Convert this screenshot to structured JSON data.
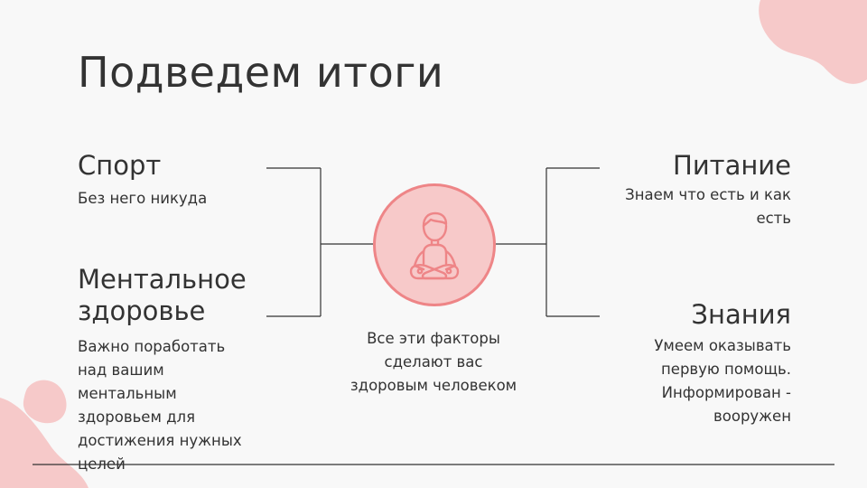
{
  "slide": {
    "title": "Подведем итоги",
    "center_icon": "meditation-person-icon",
    "center_text": "Все эти факторы сделают вас здоровым человеком",
    "items": {
      "sport": {
        "heading": "Спорт",
        "description": "Без него никуда"
      },
      "mental": {
        "heading": "Ментальное здоровье",
        "description": "Важно поработать над вашим ментальным здоровьем для достижения нужных целей"
      },
      "food": {
        "heading": "Питание",
        "description": "Знаем что есть и как есть"
      },
      "knowledge": {
        "heading": "Знания",
        "description": "Умеем оказывать первую помощь. Информирован - вооружен"
      }
    }
  },
  "colors": {
    "accent": "#ee8587",
    "accent_fill": "#f7c9c9",
    "blob": "#f6c9c9",
    "text": "#333333",
    "background": "#f8f8f8"
  }
}
